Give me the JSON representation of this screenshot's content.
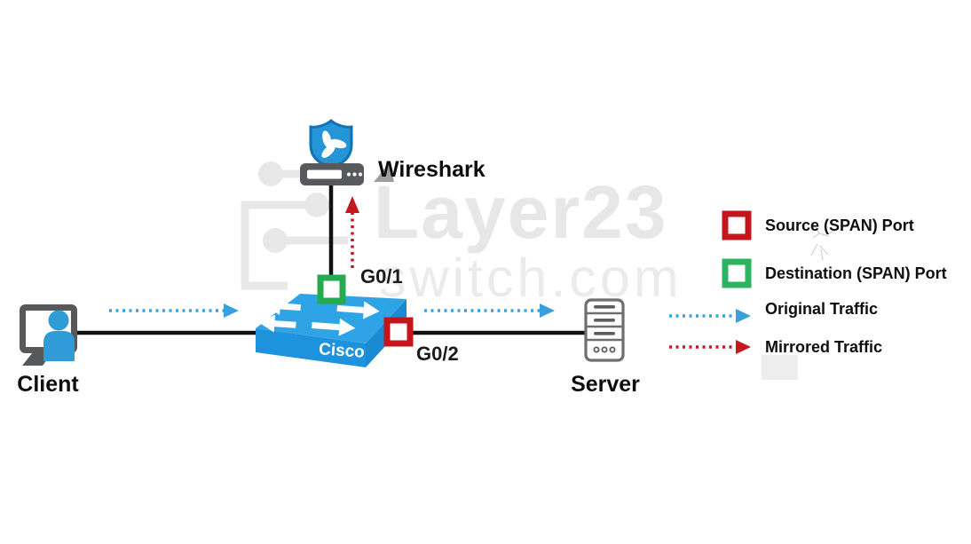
{
  "watermark": {
    "line1": "Layer23",
    "line2": "switch.com"
  },
  "nodes": {
    "wireshark": {
      "label": "Wireshark"
    },
    "client": {
      "label": "Client"
    },
    "server": {
      "label": "Server"
    },
    "switch": {
      "brand": "Cisco"
    }
  },
  "ports": {
    "g01": {
      "label": "G0/1",
      "role": "Destination (SPAN) Port"
    },
    "g02": {
      "label": "G0/2",
      "role": "Source (SPAN) Port"
    }
  },
  "legend": {
    "items": [
      {
        "label": "Source (SPAN) Port",
        "swatch": "red-outline-square",
        "color": "#c3161c"
      },
      {
        "label": "Destination (SPAN) Port",
        "swatch": "green-outline-square",
        "color": "#2cb35f"
      },
      {
        "label": "Original Traffic",
        "swatch": "blue-dotted-arrow",
        "color": "#3aa0dc"
      },
      {
        "label": "Mirrored Traffic",
        "swatch": "red-dotted-arrow",
        "color": "#c2181e"
      }
    ]
  },
  "colors": {
    "switch_top": "#2ea4e6",
    "switch_front": "#1e93dd",
    "switch_side": "#1a8ad2",
    "span_source_red": "#c3161c",
    "span_destination_green": "#25aa50",
    "original_traffic_blue": "#3aa0dc",
    "mirrored_traffic_red": "#c2181e",
    "cable": "#111111",
    "watermark_gray": "#e8e8e8"
  }
}
